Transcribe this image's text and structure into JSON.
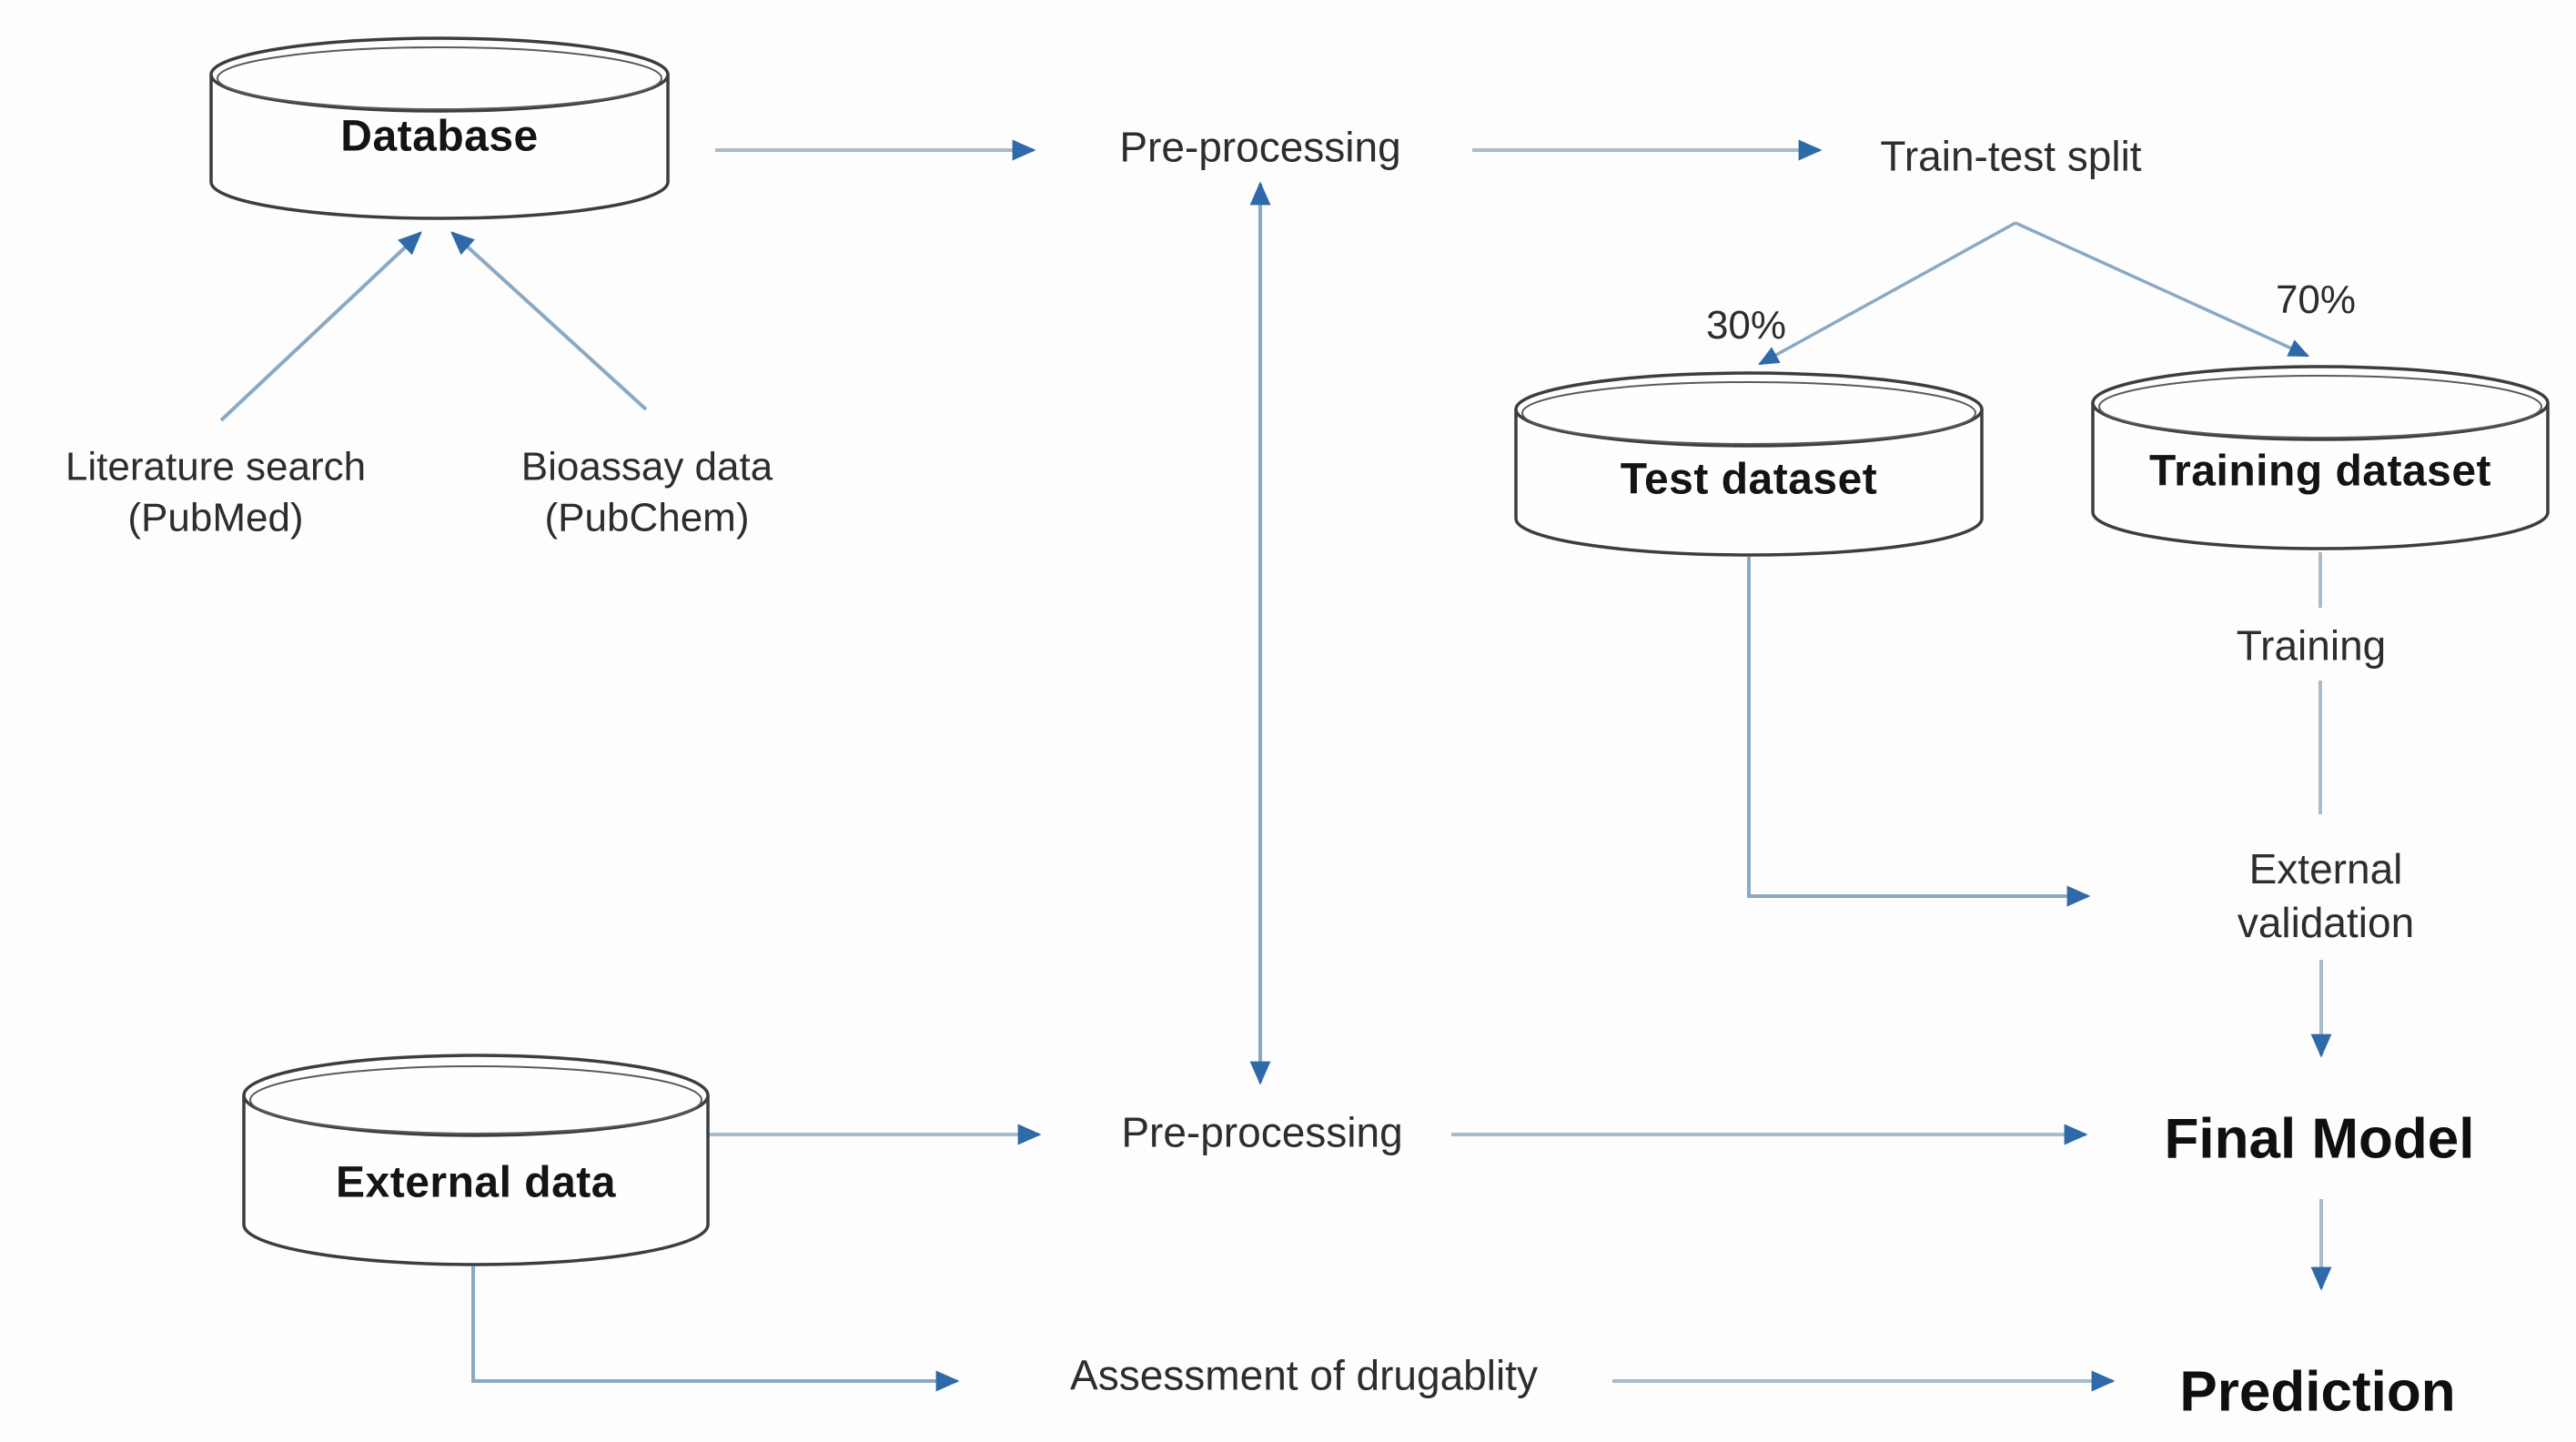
{
  "diagram": {
    "nodes": {
      "database": {
        "label": "Database"
      },
      "test_dataset": {
        "label": "Test dataset"
      },
      "training_dataset": {
        "label": "Training dataset"
      },
      "external_data": {
        "label": "External data"
      }
    },
    "labels": {
      "literature_search": {
        "line1": "Literature search",
        "line2": "(PubMed)"
      },
      "bioassay_data": {
        "line1": "Bioassay data",
        "line2": "(PubChem)"
      },
      "preprocessing_top": "Pre-processing",
      "train_test_split": "Train-test split",
      "test_percent": "30%",
      "train_percent": "70%",
      "training_step": "Training",
      "external_validation": {
        "line1": "External",
        "line2": "validation"
      },
      "final_model": "Final Model",
      "preprocessing_bottom": "Pre-processing",
      "assessment": "Assessment of drugablity",
      "prediction": "Prediction"
    },
    "colors": {
      "background": "#fdfdfd",
      "connector_light": "#a9bccb",
      "connector_steel": "#8aa9c4",
      "arrowhead": "#2f6aa8",
      "shape_stroke": "#3d3d3d",
      "shape_fill": "#fefefe",
      "text_bold": "#141414",
      "text_regular": "#2d2d2d"
    }
  }
}
